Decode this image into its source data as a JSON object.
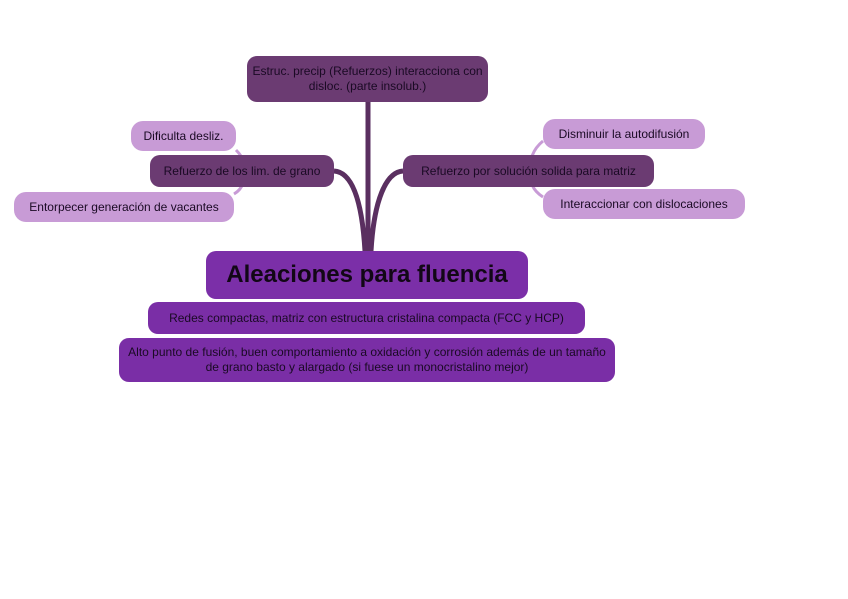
{
  "central": {
    "label": "Aleaciones para fluencia"
  },
  "branches": {
    "top": {
      "label": "Estruc. precip (Refuerzos) interacciona con disloc. (parte insolub.)"
    },
    "left": {
      "label": "Refuerzo de los lim. de grano",
      "children": [
        "Dificulta desliz.",
        "Entorpecer generación de vacantes"
      ]
    },
    "right": {
      "label": "Refuerzo por solución solida para matriz",
      "children": [
        "Disminuir la autodifusión",
        "Interaccionar con dislocaciones"
      ]
    }
  },
  "subtopics": [
    "Redes compactas, matriz con estructura cristalina compacta (FCC y HCP)",
    "Alto punto de fusión, buen comportamiento a oxidación y corrosión además de un tamaño de grano basto y alargado (si fuese un monocristalino mejor)"
  ],
  "colors": {
    "central": "#7b2fa8",
    "level1": "#6b3b72",
    "level2": "#c89bd6",
    "subtopic": "#7a2ea6",
    "connector_main": "#5a2f60",
    "connector_leaf": "#c89bd6"
  }
}
